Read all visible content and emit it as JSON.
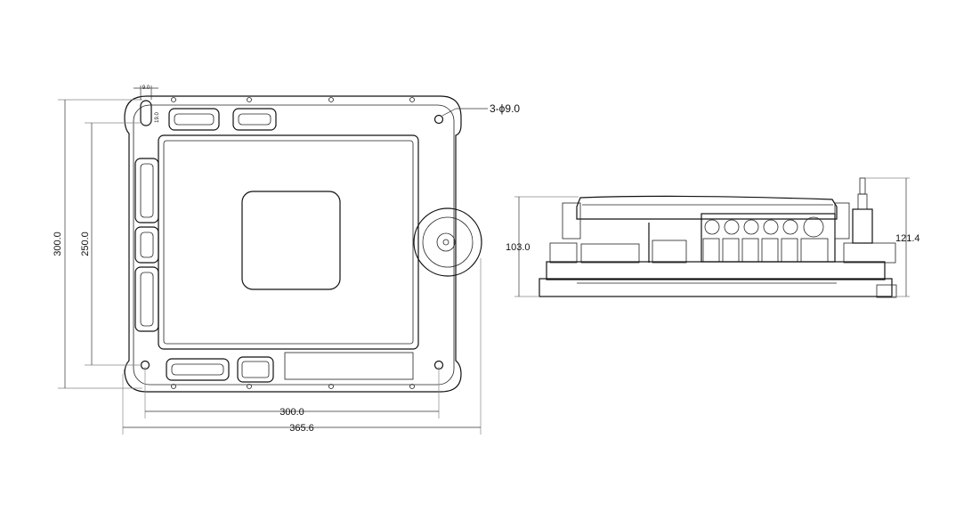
{
  "front_view": {
    "dim_height_overall": "300.0",
    "dim_height_holes": "250.0",
    "dim_width_holes": "300.0",
    "dim_width_overall": "365.6",
    "dim_slot_width": "9.0",
    "dim_slot_length": "19.0",
    "hole_callout": "3-ϕ9.0"
  },
  "side_view": {
    "dim_height_body": "103.0",
    "dim_height_overall": "121.4"
  }
}
